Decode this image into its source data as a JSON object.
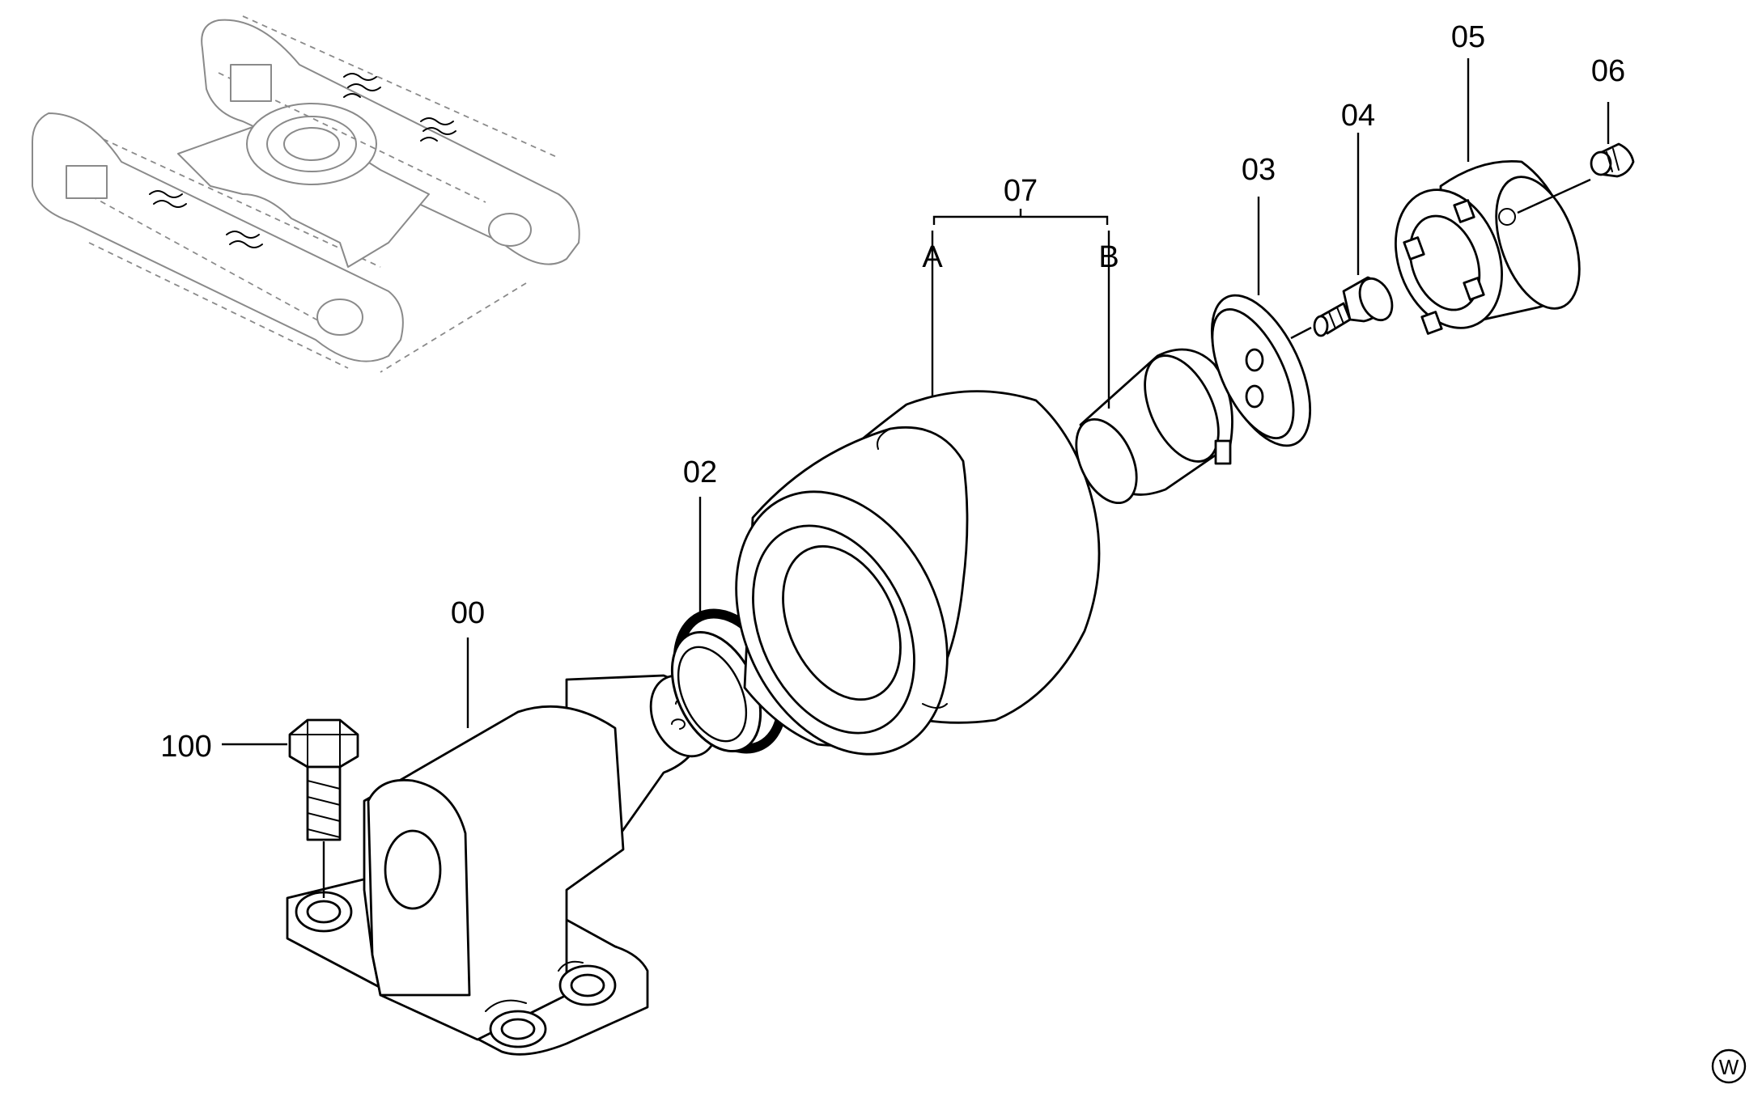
{
  "labels": {
    "part_00": "00",
    "part_02": "02",
    "part_03": "03",
    "part_04": "04",
    "part_05": "05",
    "part_06": "06",
    "part_07": "07",
    "part_07_a": "A",
    "part_07_b": "B",
    "part_100": "100"
  },
  "corner_mark": "W",
  "colors": {
    "line": "#000000",
    "ghost": "#8a8a8a",
    "background": "#ffffff"
  }
}
